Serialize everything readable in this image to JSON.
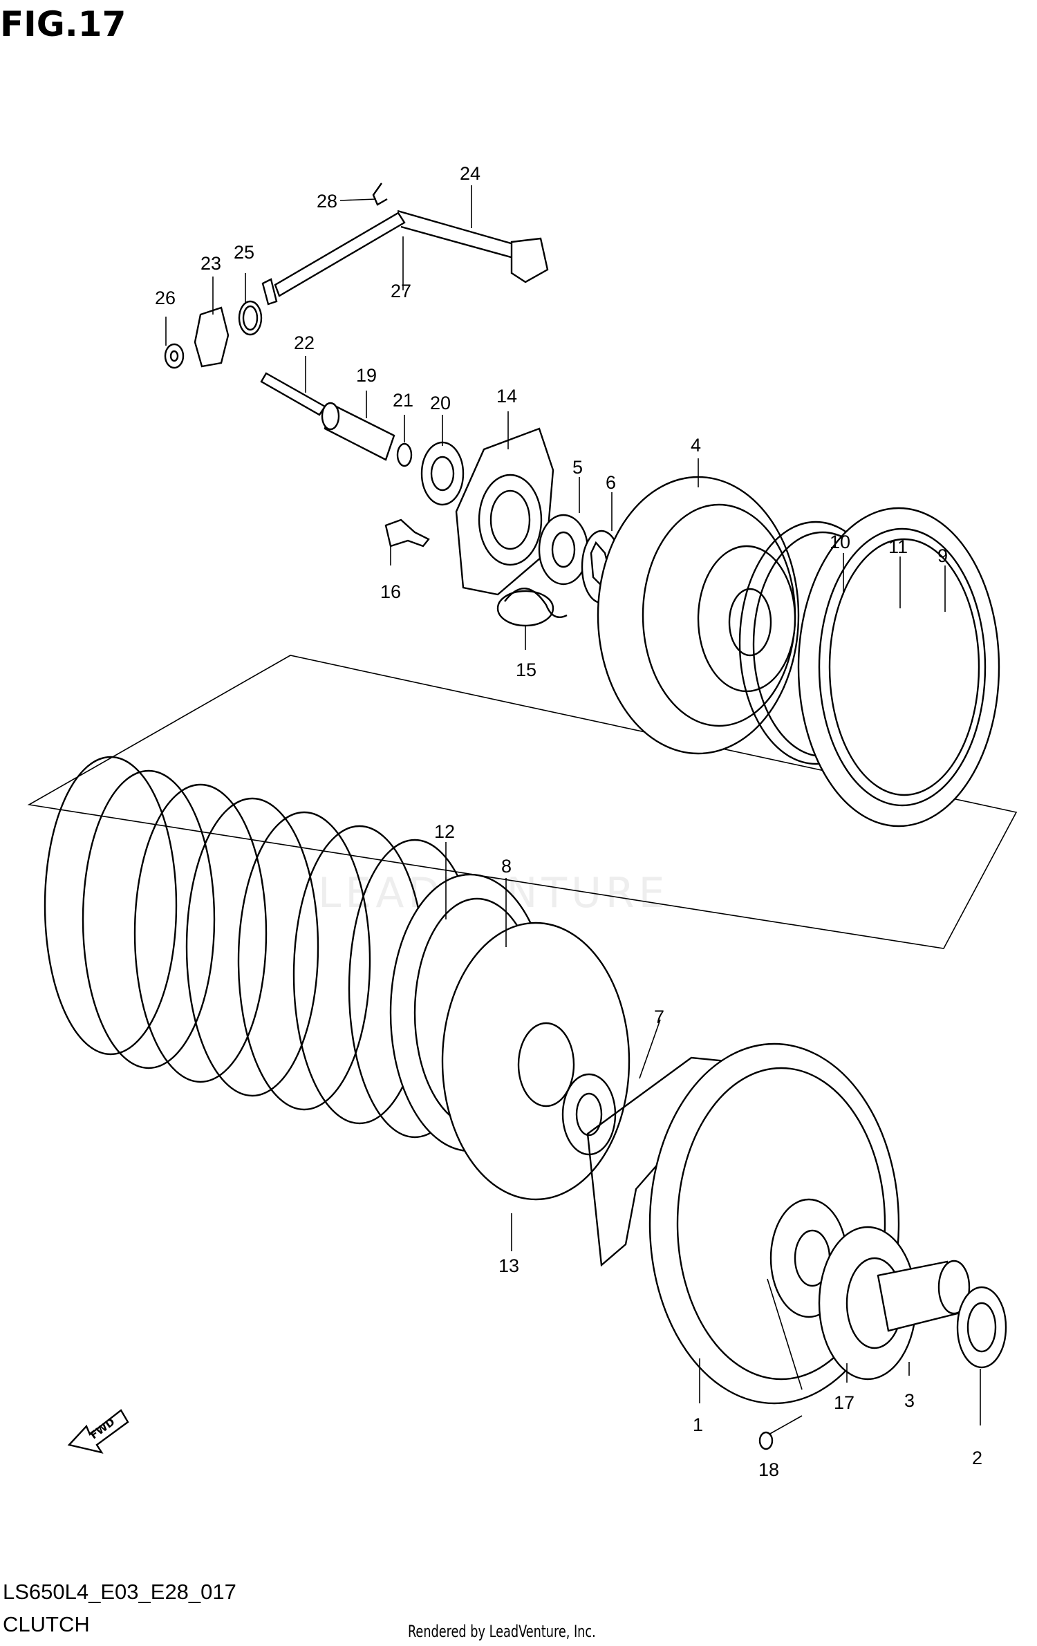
{
  "figure": {
    "title": "FIG.17"
  },
  "footer": {
    "model_code": "LS650L4_E03_E28_017",
    "section_name": "CLUTCH",
    "credit": "Rendered by LeadVenture, Inc."
  },
  "watermark": "LEADVENTURE",
  "direction_marker": "FWD",
  "callouts": [
    "1",
    "2",
    "3",
    "4",
    "5",
    "6",
    "7",
    "8",
    "9",
    "10",
    "11",
    "12",
    "13",
    "14",
    "15",
    "16",
    "17",
    "18",
    "19",
    "20",
    "21",
    "22",
    "23",
    "24",
    "25",
    "26",
    "27",
    "28"
  ]
}
